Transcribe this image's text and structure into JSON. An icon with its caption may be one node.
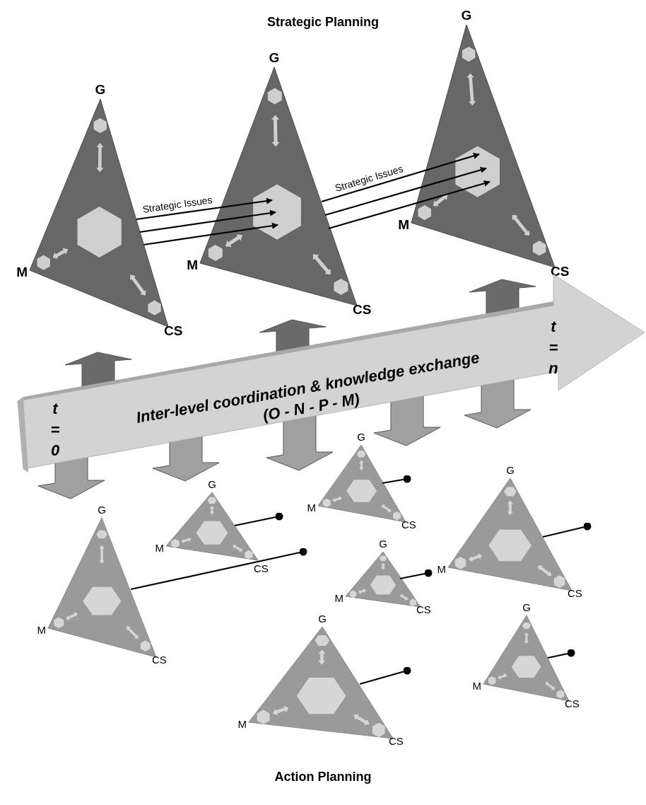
{
  "diagram": {
    "nodes": [
      {
        "text": [
          "G",
          "M",
          "CS"
        ]
      },
      {
        "text": [
          "G",
          "M",
          "CS"
        ]
      },
      {
        "text": [
          "G",
          "M",
          "CS"
        ]
      },
      {
        "text": [
          "t = 0",
          "Inter-level coordination & knowledge exchange",
          "(O - N - P - M)",
          "t = n"
        ]
      },
      {
        "text": [
          "G",
          "M",
          "CS"
        ]
      },
      {
        "text": [
          "G",
          "M",
          "CS"
        ]
      },
      {
        "text": [
          "G",
          "M",
          "CS"
        ]
      },
      {
        "text": [
          "G",
          "M",
          "CS"
        ]
      },
      {
        "text": [
          "G",
          "M",
          "CS"
        ]
      },
      {
        "text": [
          "G",
          "M",
          "CS"
        ]
      },
      {
        "text": [
          "G",
          "M",
          "CS"
        ]
      }
    ],
    "edges": [
      {
        "from": 0,
        "to": 1,
        "arrow": "to",
        "label": "Strategic Issues"
      },
      {
        "from": 0,
        "to": 1,
        "arrow": "to"
      },
      {
        "from": 0,
        "to": 1,
        "arrow": "to"
      },
      {
        "from": 1,
        "to": 2,
        "arrow": "to",
        "label": "Strategic Issues"
      },
      {
        "from": 1,
        "to": 2,
        "arrow": "to"
      },
      {
        "from": 1,
        "to": 2,
        "arrow": "to"
      },
      {
        "from": 4,
        "to": null,
        "arrow": "other"
      },
      {
        "from": 5,
        "to": null,
        "arrow": "other"
      },
      {
        "from": 6,
        "to": null,
        "arrow": "other"
      },
      {
        "from": 7,
        "to": null,
        "arrow": "other"
      },
      {
        "from": 8,
        "to": null,
        "arrow": "other"
      },
      {
        "from": 9,
        "to": null,
        "arrow": "other"
      },
      {
        "from": 10,
        "to": null,
        "arrow": "other"
      },
      {
        "from": 3,
        "to": null,
        "arrow": "to",
        "style": "thick",
        "color": "#6a6a6a"
      },
      {
        "from": 3,
        "to": null,
        "arrow": "to",
        "style": "thick",
        "color": "#6a6a6a"
      },
      {
        "from": 3,
        "to": null,
        "arrow": "to",
        "style": "thick",
        "color": "#6a6a6a"
      },
      {
        "from": 3,
        "to": null,
        "arrow": "to",
        "style": "thick",
        "color": "#a0a0a0"
      },
      {
        "from": 3,
        "to": null,
        "arrow": "to",
        "style": "thick",
        "color": "#a0a0a0"
      },
      {
        "from": 3,
        "to": null,
        "arrow": "to",
        "style": "thick",
        "color": "#a0a0a0"
      },
      {
        "from": 3,
        "to": null,
        "arrow": "to",
        "style": "thick",
        "color": "#a0a0a0"
      },
      {
        "from": 3,
        "to": null,
        "arrow": "to",
        "style": "thick",
        "color": "#a0a0a0"
      }
    ],
    "labels": [
      "Strategic Planning",
      "Action Planning"
    ]
  }
}
